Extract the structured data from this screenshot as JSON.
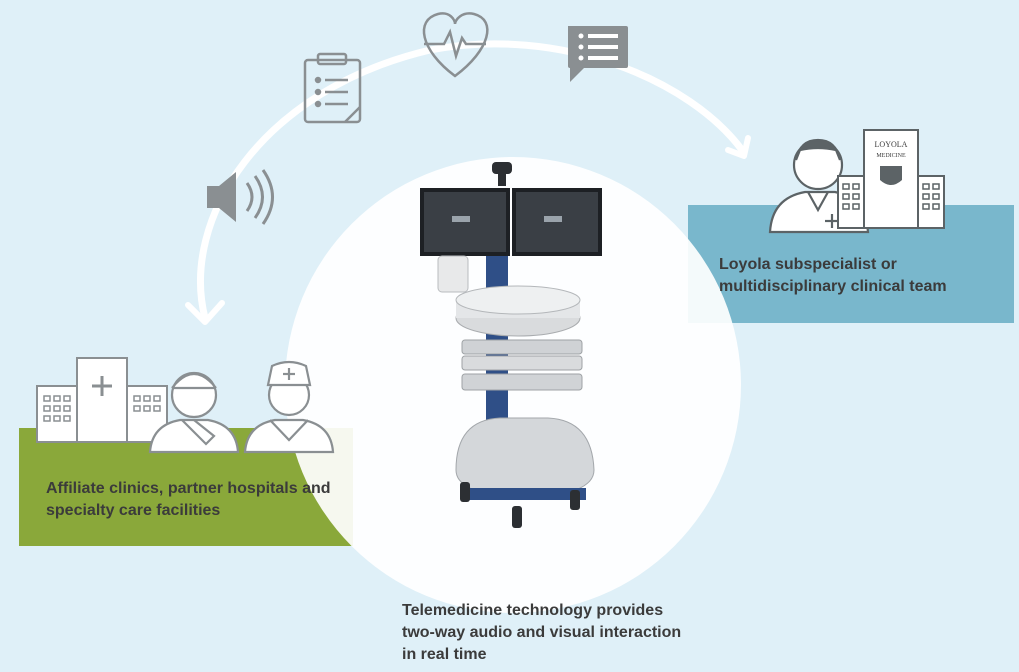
{
  "captions": {
    "affiliates": "Affiliate clinics, partner hospitals and specialty care facilities",
    "loyola": "Loyola subspecialist or multidisciplinary clinical team",
    "technology": "Telemedicine technology provides two-way audio and visual interaction in real time"
  },
  "logo": {
    "line1": "LOYOLA",
    "line2": "MEDICINE"
  },
  "icons": [
    "clipboard-icon",
    "heart-monitor-icon",
    "chat-list-icon",
    "speaker-icon",
    "hospital-icon",
    "doctor-icon",
    "nurse-icon",
    "patient-icon"
  ],
  "colors": {
    "background": "#dff0f8",
    "green_panel": "#8aa83a",
    "blue_panel": "#79b7cc",
    "icon_stroke": "#8a8f92",
    "text": "#3b3b3b"
  }
}
